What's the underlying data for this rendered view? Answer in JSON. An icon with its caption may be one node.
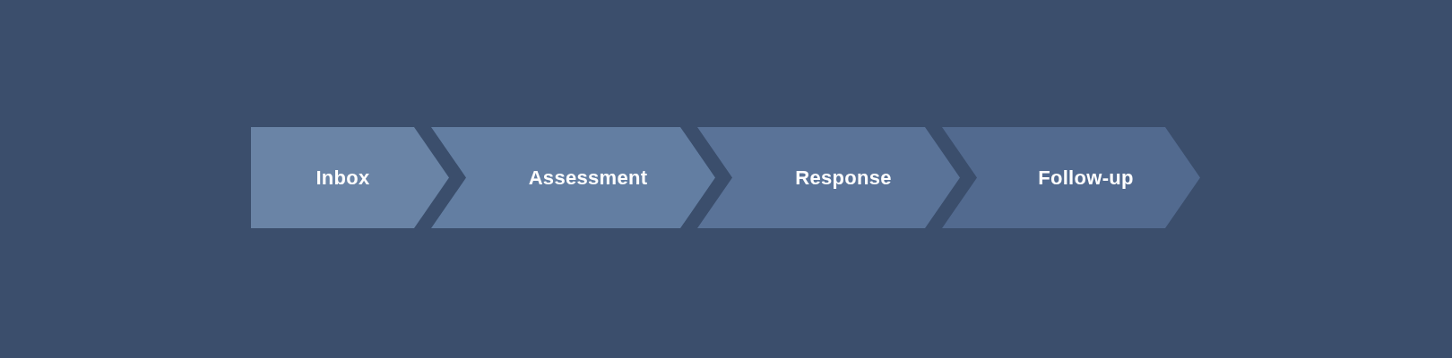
{
  "diagram": {
    "nodes": [
      {
        "text": [
          "Inbox"
        ]
      },
      {
        "text": [
          "Assessment"
        ]
      },
      {
        "text": [
          "Response"
        ]
      },
      {
        "text": [
          "Follow-up"
        ]
      }
    ]
  }
}
